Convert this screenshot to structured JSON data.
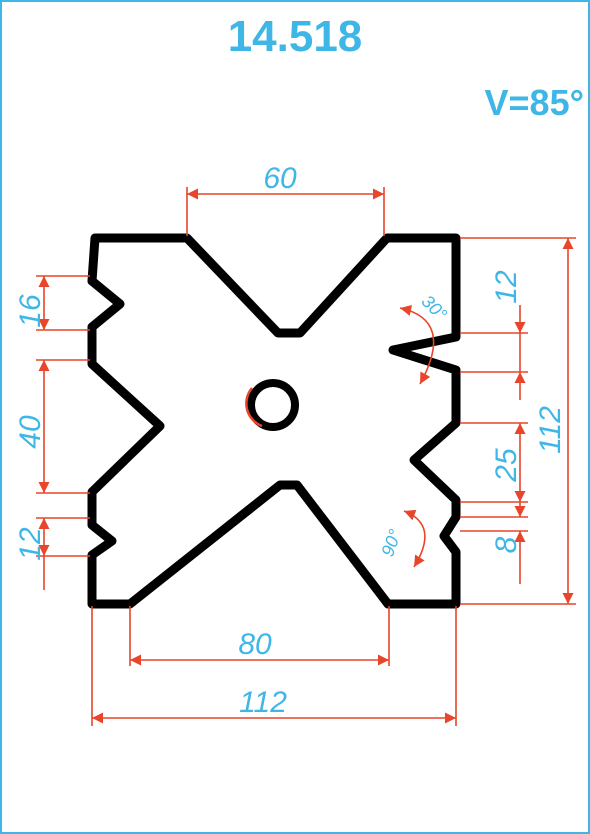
{
  "header": {
    "part_number": "14.518",
    "v_angle": "V=85°"
  },
  "dimensions": {
    "top_width": "60",
    "bottom_width": "80",
    "overall_width": "112",
    "overall_height": "112",
    "right_top_notch": "12",
    "right_mid_notch": "25",
    "right_bottom_notch": "8",
    "left_top_notch": "16",
    "left_mid_notch": "40",
    "left_bottom_notch": "12"
  },
  "angles": {
    "top_angle": "30°",
    "bottom_angle": "90°"
  },
  "colors": {
    "accent": "#3fb7e6",
    "dimension_line": "#e8452a",
    "profile": "#000000"
  }
}
